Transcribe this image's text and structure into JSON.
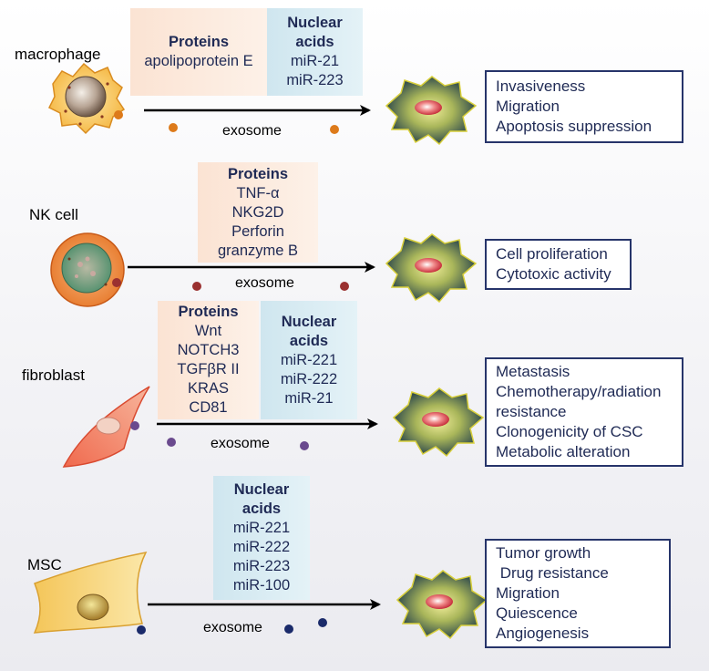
{
  "colors": {
    "macrophage_dot": "#dd7a1a",
    "nk_dot": "#9a3030",
    "fibroblast_dot": "#6a4a8e",
    "msc_dot": "#1a2a6a",
    "protein_bg": "#fbe3d3",
    "nucleic_bg": "#cfe6ef",
    "text_dark_blue": "#1f2a55"
  },
  "rows": [
    {
      "cell": "macrophage",
      "proteins": {
        "header": "Proteins",
        "items": [
          "apolipoprotein E"
        ]
      },
      "nucleic": {
        "header": [
          "Nuclear",
          "acids"
        ],
        "items": [
          "miR-21",
          "miR-223"
        ]
      },
      "transport": "exosome",
      "effects": [
        "Invasiveness",
        "Migration",
        "Apoptosis suppression"
      ]
    },
    {
      "cell": "NK cell",
      "proteins": {
        "header": "Proteins",
        "items": [
          "TNF-α",
          "NKG2D",
          "Perforin",
          "granzyme B"
        ]
      },
      "transport": "exosome",
      "effects": [
        "Cell proliferation",
        "Cytotoxic activity"
      ]
    },
    {
      "cell": "fibroblast",
      "proteins": {
        "header": "Proteins",
        "items": [
          "Wnt",
          "NOTCH3",
          "TGFβR II",
          "KRAS",
          "CD81"
        ]
      },
      "nucleic": {
        "header": [
          "Nuclear",
          "acids"
        ],
        "items": [
          "miR-221",
          "miR-222",
          "miR-21"
        ]
      },
      "transport": "exosome",
      "effects": [
        "Metastasis",
        "Chemotherapy/radiation",
        "resistance",
        "Clonogenicity of CSC",
        "Metabolic alteration"
      ]
    },
    {
      "cell": "MSC",
      "nucleic": {
        "header": [
          "Nuclear",
          "acids"
        ],
        "items": [
          "miR-221",
          "miR-222",
          "miR-223",
          "miR-100"
        ]
      },
      "transport": "exosome",
      "effects": [
        "Tumor growth",
        " Drug resistance",
        "Migration",
        "Quiescence",
        "Angiogenesis"
      ]
    }
  ]
}
